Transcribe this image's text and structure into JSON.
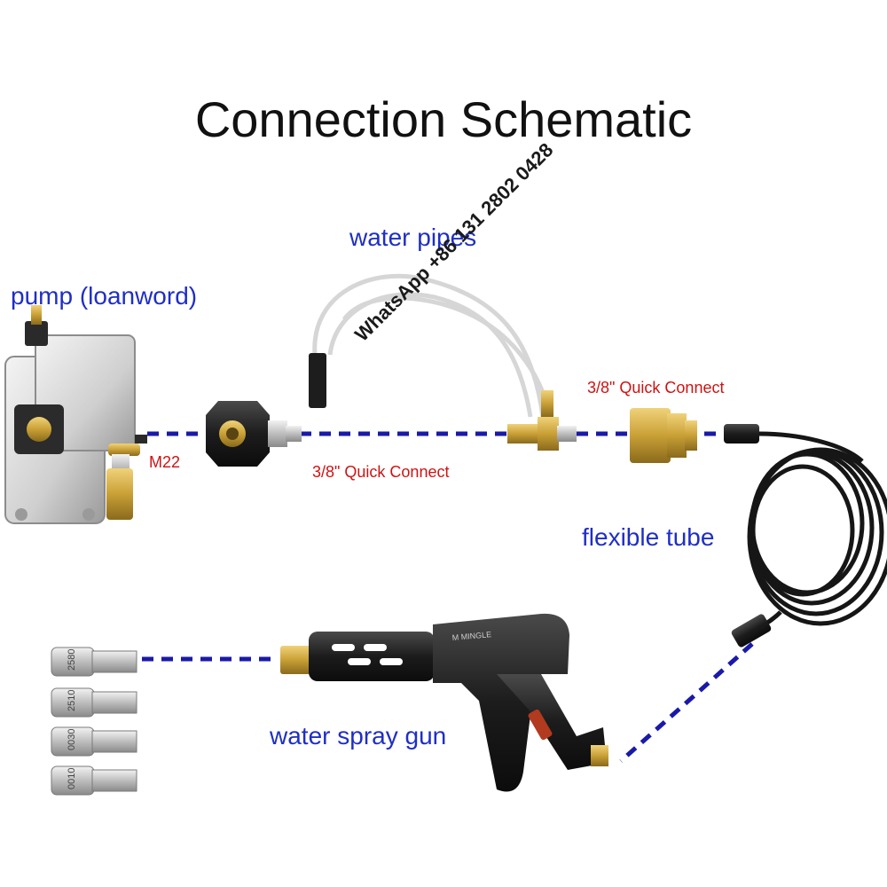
{
  "title": "Connection Schematic",
  "labels": {
    "pump": "pump (loanword)",
    "water_pipes": "water pipes",
    "flexible_tube": "flexible tube",
    "spray_gun": "water spray gun",
    "m22": "M22",
    "quick_connect_top": "3/8\" Quick Connect",
    "quick_connect_bottom": "3/8\" Quick Connect"
  },
  "watermark": "WhatsApp +86 131 2802 0428",
  "gun_text": "M MINGLE",
  "nozzle_tips": [
    "2580",
    "2510",
    "0030",
    "0010"
  ],
  "colors": {
    "label_blue": "#1f2fc4",
    "label_red": "#d01212",
    "dash_blue": "#1a1aa8",
    "brass": "#c9a036",
    "hose_black": "#1b1b1b",
    "metal": "#c8c8c8"
  }
}
